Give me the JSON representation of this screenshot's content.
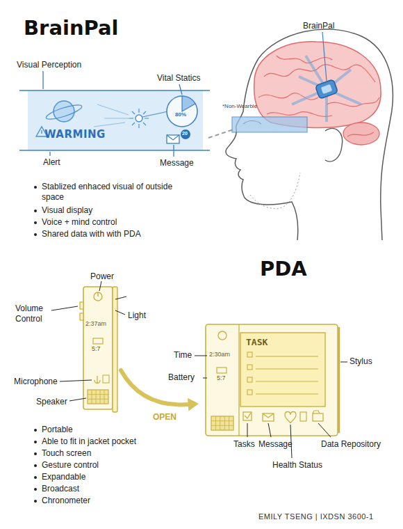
{
  "diagram": {
    "title": "BrainPal",
    "caption": "EMILY TSENG | IXDSN 3600-1",
    "nodes": [
      {
        "text": [
          "WARMING"
        ]
      },
      {
        "text": [
          "2:37am",
          "5:7"
        ]
      },
      {
        "text": [
          "2:30am",
          "5:7"
        ]
      },
      {
        "text": [
          "TASK"
        ],
        "in": 2
      }
    ],
    "edges": [
      {
        "from": 1,
        "to": 2,
        "arrow": "to",
        "label": "OPEN"
      }
    ],
    "labels": [
      "Visual Perception",
      "Vital Statics",
      "Alert",
      "Message",
      "80%",
      "20",
      "BrainPal",
      "*Non-Wearble",
      "Stablized enhaced visual of outside space",
      "Visual display",
      "Voice + mind control",
      "Shared data with with PDA",
      "PDA",
      "Power",
      "Volume Control",
      "Light",
      "Microphone",
      "Speaker",
      "Portable",
      "Able to fit in jacket pocket",
      "Touch screen",
      "Gesture control",
      "Expandable",
      "Broadcast",
      "Chronometer",
      "Time",
      "Battery",
      "Stylus",
      "Tasks",
      "Message",
      "Health Status",
      "Data Repository"
    ]
  }
}
